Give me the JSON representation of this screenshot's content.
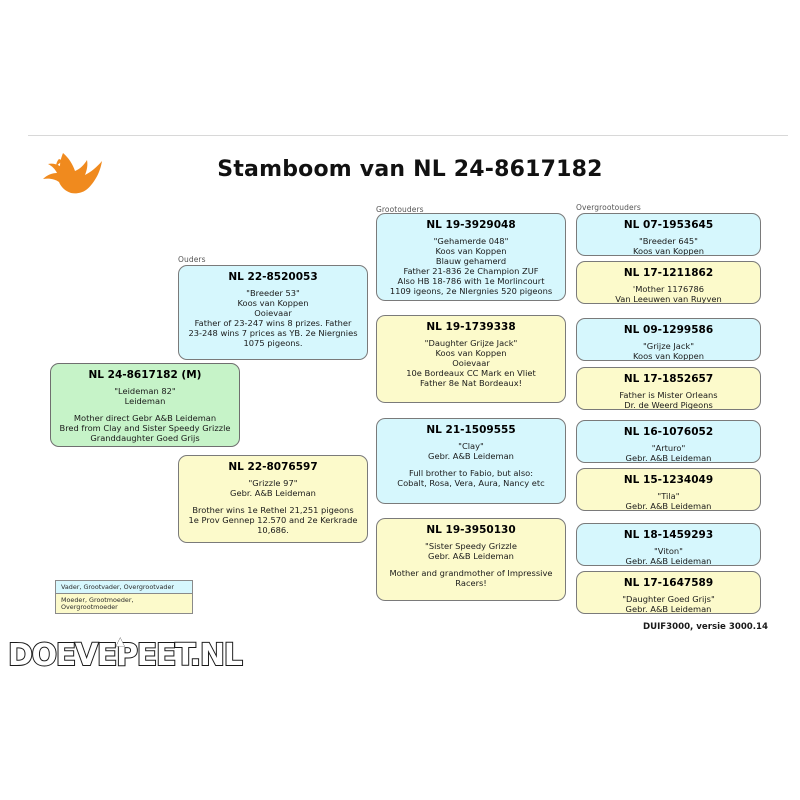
{
  "document": {
    "title": "Stamboom van NL 24-8617182",
    "footer": "DUIF3000, versie 3000.14",
    "watermark": "DOEVEPEET.NL",
    "logo_icon": "flying-pigeon-icon"
  },
  "colors": {
    "male": "#d6f7fd",
    "female": "#fcfacb",
    "subject": "#c6f3c8",
    "border": "#7a7a7a",
    "logo": "#f08a1e"
  },
  "columns": {
    "parents_caption": "Ouders",
    "grandparents_caption": "Grootouders",
    "greatgrandparents_caption": "Overgrootouders"
  },
  "legend": {
    "male_label": "Vader, Grootvader, Overgrootvader",
    "female_label": "Moeder, Grootmoeder, Overgrootmoeder"
  },
  "subject": {
    "id": "NL 24-8617182 (M)",
    "lines": [
      "\"Leideman 82\"",
      "Leideman"
    ],
    "notes": [
      "Mother direct Gebr A&B Leideman",
      "Bred from Clay and Sister Speedy Grizzle",
      "Granddaughter Goed Grijs"
    ]
  },
  "parents": [
    {
      "id": "NL 22-8520053",
      "lines": [
        "\"Breeder 53\"",
        "Koos van Koppen",
        "Ooievaar"
      ],
      "notes": [
        "Father of 23-247 wins 8 prizes. Father",
        "23-248 wins 7 prices as YB. 2e Niergnies",
        "1075 pigeons."
      ]
    },
    {
      "id": "NL 22-8076597",
      "lines": [
        "\"Grizzle 97\"",
        "Gebr. A&B Leideman"
      ],
      "notes": [
        "Brother wins 1e Rethel 21,251 pigeons",
        "1e Prov Gennep 12.570 and 2e Kerkrade",
        "10,686."
      ]
    }
  ],
  "grandparents": [
    {
      "id": "NL 19-3929048",
      "lines": [
        "\"Gehamerde 048\"",
        "Koos van Koppen",
        "Blauw gehamerd"
      ],
      "notes": [
        "Father 21-836 2e Champion ZUF",
        "Also HB 18-786 with 1e Morlincourt",
        "1109 igeons, 2e NIergnies 520 pigeons"
      ]
    },
    {
      "id": "NL 19-1739338",
      "lines": [
        "\"Daughter Grijze Jack\"",
        "Koos van Koppen",
        "Ooievaar"
      ],
      "notes": [
        "10e Bordeaux CC Mark en Vliet",
        "Father 8e Nat Bordeaux!"
      ]
    },
    {
      "id": "NL 21-1509555",
      "lines": [
        "\"Clay\"",
        "Gebr. A&B Leideman"
      ],
      "notes": [
        "Full brother to Fabio, but also:",
        "Cobalt, Rosa, Vera, Aura, Nancy etc"
      ]
    },
    {
      "id": "NL 19-3950130",
      "lines": [
        "\"Sister Speedy Grizzle",
        "Gebr. A&B Leideman"
      ],
      "notes": [
        "Mother and grandmother of Impressive",
        "Racers!"
      ]
    }
  ],
  "greatgrandparents": [
    {
      "id": "NL 07-1953645",
      "lines": [
        "\"Breeder 645\"",
        "Koos van Koppen"
      ]
    },
    {
      "id": "NL 17-1211862",
      "lines": [
        "'Mother 1176786",
        "Van Leeuwen van Ruyven"
      ]
    },
    {
      "id": "NL 09-1299586",
      "lines": [
        "\"Grijze Jack\"",
        "Koos van Koppen"
      ]
    },
    {
      "id": "NL 17-1852657",
      "lines": [
        "Father is Mister Orleans",
        "Dr. de Weerd Pigeons"
      ]
    },
    {
      "id": "NL 16-1076052",
      "lines": [
        "\"Arturo\"",
        "Gebr. A&B Leideman"
      ]
    },
    {
      "id": "NL 15-1234049",
      "lines": [
        "\"Tila\"",
        "Gebr. A&B Leideman"
      ]
    },
    {
      "id": "NL 18-1459293",
      "lines": [
        "\"Viton\"",
        "Gebr. A&B Leideman"
      ]
    },
    {
      "id": "NL 17-1647589",
      "lines": [
        "\"Daughter Goed Grijs\"",
        "Gebr. A&B Leideman"
      ]
    }
  ]
}
